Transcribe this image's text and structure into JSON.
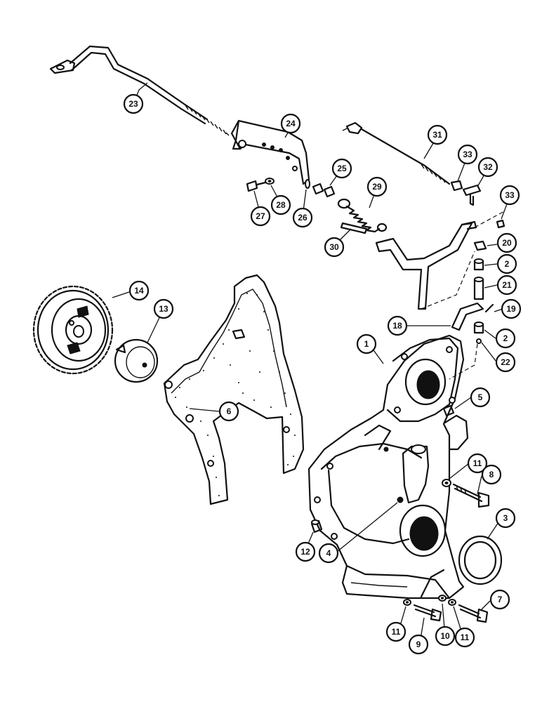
{
  "callouts": [
    {
      "label": "23"
    },
    {
      "label": "24"
    },
    {
      "label": "31"
    },
    {
      "label": "33"
    },
    {
      "label": "32"
    },
    {
      "label": "25"
    },
    {
      "label": "29"
    },
    {
      "label": "27"
    },
    {
      "label": "28"
    },
    {
      "label": "26"
    },
    {
      "label": "33"
    },
    {
      "label": "30"
    },
    {
      "label": "20"
    },
    {
      "label": "2"
    },
    {
      "label": "21"
    },
    {
      "label": "14"
    },
    {
      "label": "13"
    },
    {
      "label": "19"
    },
    {
      "label": "18"
    },
    {
      "label": "2"
    },
    {
      "label": "1"
    },
    {
      "label": "22"
    },
    {
      "label": "5"
    },
    {
      "label": "6"
    },
    {
      "label": "11"
    },
    {
      "label": "8"
    },
    {
      "label": "3"
    },
    {
      "label": "12"
    },
    {
      "label": "4"
    },
    {
      "label": "7"
    },
    {
      "label": "11"
    },
    {
      "label": "10"
    },
    {
      "label": "11"
    },
    {
      "label": "9"
    }
  ]
}
